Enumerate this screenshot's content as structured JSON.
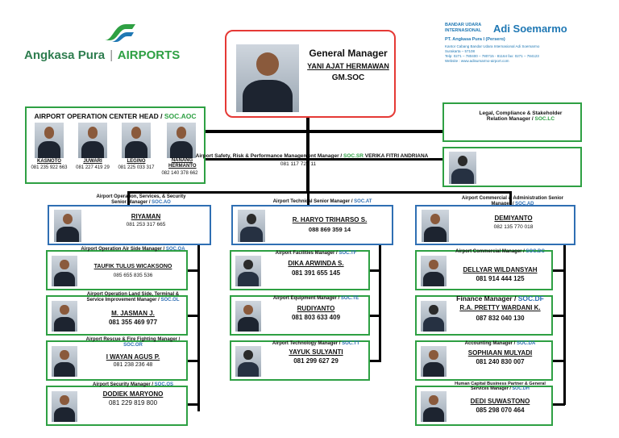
{
  "logo_left": {
    "brand": "Angkasa Pura",
    "sep": "|",
    "suffix": "AIRPORTS",
    "color": "#2e7d4f"
  },
  "logo_right": {
    "small1": "BANDAR UDARA",
    "small2": "INTERNASIONAL",
    "name": "Adi Soemarmo",
    "company": "PT. Angkasa Pura I (Persero)",
    "addr1": "Kantor Cabang Bandar Udara Internasional Adi Soemarmo",
    "addr2": "Surakarta – 57108",
    "addr3": "Telp: 0271 – 780400 – 780715 - 81164 fax: 0271 – 784123",
    "addr4": "Website : www.adisumarmo-airport.com"
  },
  "gm": {
    "title": "General Manager",
    "name": "YANI AJAT HERMAWAN",
    "code": "GM.SOC"
  },
  "aoc": {
    "title": "AIRPORT OPERATION CENTER HEAD / ",
    "code": "SOC.AOC",
    "members": [
      {
        "name": "KASNOTO",
        "phone": "081 235 922 663"
      },
      {
        "name": "JUWARI",
        "phone": "081 227 419 29"
      },
      {
        "name": "LEGINO",
        "phone": "081 225 033 317"
      },
      {
        "name": "NANANG HERMANTO",
        "phone": "082 140 378 662"
      }
    ]
  },
  "legal": {
    "title": "Legal, Compliance & Stakeholder Relation Manager / ",
    "code": "SOC.LC"
  },
  "safety": {
    "title": "Airport Safety, Risk & Performance Management Manager / ",
    "code": "SOC.SR",
    "name": "VERIKA FITRI ANDRIANA",
    "phone": "081 117 729 11"
  },
  "ops": {
    "title": "Airport Operation, Services, & Security Senior Manager / ",
    "code": "SOC.AO",
    "name": "RIYAMAN",
    "phone": "081 253 317 665",
    "subs": [
      {
        "title": "Airport Operation Air Side Manager / ",
        "code": "SOC.OA",
        "name": "TAUFIK TULUS WICAKSONO",
        "phone": "085 655 835 536"
      },
      {
        "title": "Airport Operation Land Side, Terminal & Service Improvement Manager / ",
        "code": "SOC.OL",
        "name": "M. JASMAN J.",
        "phone": "081 355 469 977"
      },
      {
        "title": "Airport Rescue & Fire Fighting Manager / ",
        "code": "SOC.OR",
        "name": "I WAYAN AGUS P.",
        "phone": "081 238 236 48"
      },
      {
        "title": "Airport Security Manager / ",
        "code": "SOC.OS",
        "name": "DODIEK MARYONO",
        "phone": "081 229 819 800"
      }
    ]
  },
  "tech": {
    "title": "Airport Technical Senior Manager / ",
    "code": "SOC.AT",
    "name": "R. HARYO TRIHARSO S.",
    "phone": "088 869 359 14",
    "subs": [
      {
        "title": "Airport Facilities Manager / ",
        "code": "SOC.TF",
        "name": "DIKA ARWINDA S.",
        "phone": "081 391 655 145"
      },
      {
        "title": "Airport Equipment Manager / ",
        "code": "SOC.TE",
        "name": "RUDIYANTO",
        "phone": "081 803 633 409"
      },
      {
        "title": "Airport Technology Manager / ",
        "code": "SOC.TT",
        "name": "YAYUK SULYANTI",
        "phone": "081 299 627 29"
      }
    ]
  },
  "comm": {
    "title": "Airport Commercial & Administration Senior Manager / ",
    "code": "SOC.AD",
    "name": "DEMIYANTO",
    "phone": "082 135 770 018",
    "subs": [
      {
        "title": "Airport Commercial Manager / ",
        "code": "SOC.DC",
        "name": "DELLYAR WILDANSYAH",
        "phone": "081 914 444 125"
      },
      {
        "title": "Finance Manager / ",
        "code": "SOC.DF",
        "name": "R.A. PRETTY WARDANI K.",
        "phone": "087 832 040 130"
      },
      {
        "title": "Accounting Manager / ",
        "code": "SOC.DA",
        "name": "SOPHIAAN MULYADI",
        "phone": "081 240 830 007"
      },
      {
        "title": "Human Capital Business Partner & General Services Manager / ",
        "code": "SOC.DH",
        "name": "DEDI SUWASTONO",
        "phone": "085 298 070 464"
      }
    ]
  }
}
